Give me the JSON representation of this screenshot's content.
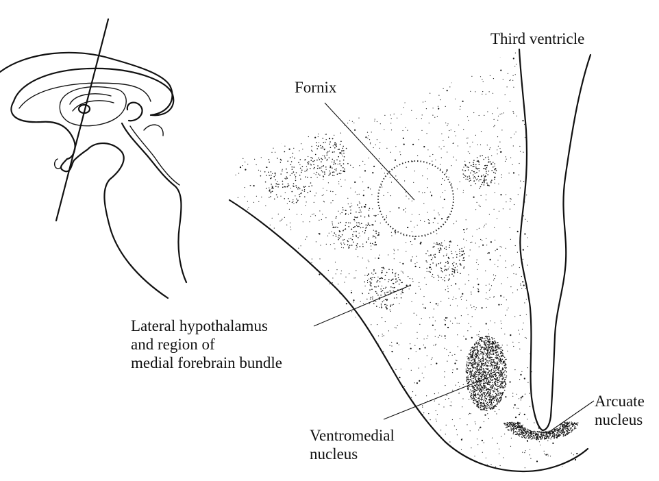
{
  "labels": {
    "third_ventricle": "Third ventricle",
    "fornix": "Fornix",
    "lateral_hypothalamus": [
      "Lateral hypothalamus",
      "and region of",
      "medial forebrain bundle"
    ],
    "ventromedial": [
      "Ventromedial",
      "nucleus"
    ],
    "arcuate": [
      "Arcuate",
      "nucleus"
    ]
  },
  "colors": {
    "ink": "#111111",
    "background": "#ffffff"
  }
}
